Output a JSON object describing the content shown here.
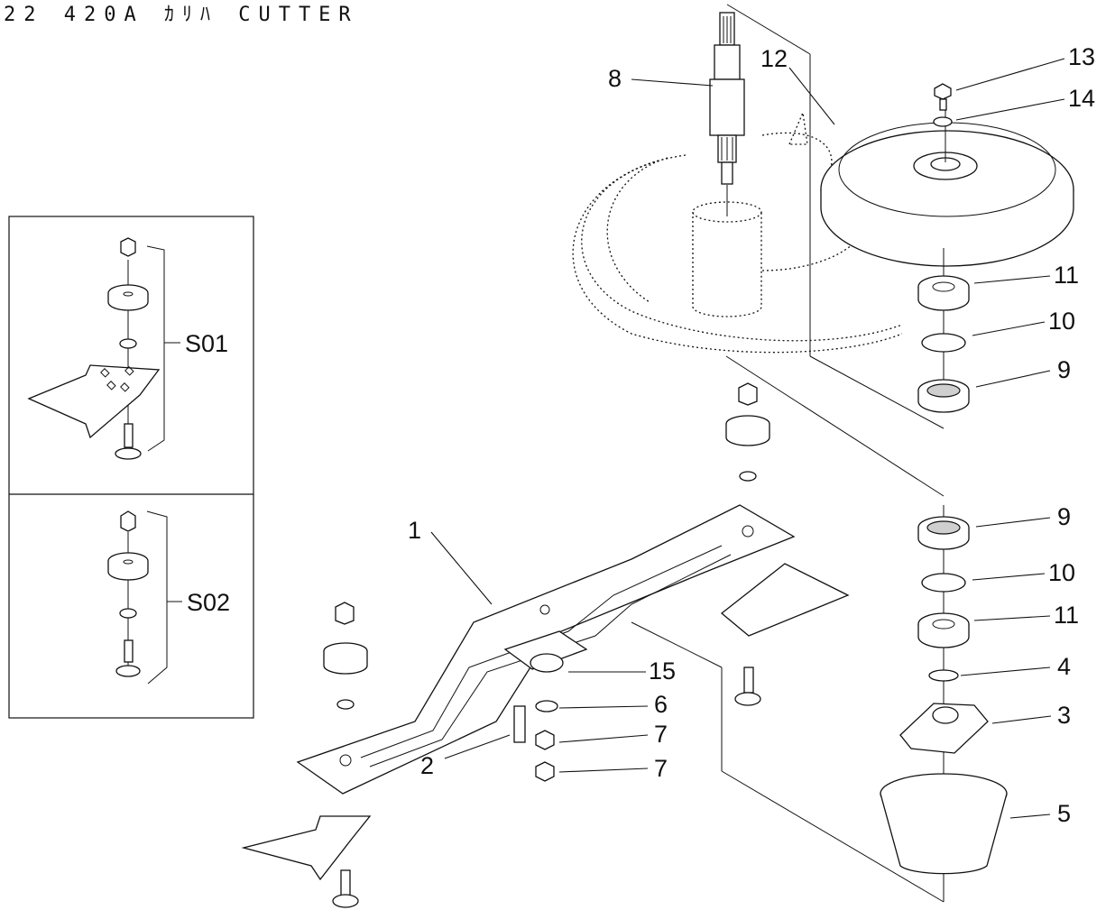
{
  "title": "22 420A ｶﾘﾊ CUTTER",
  "callouts": [
    "1",
    "2",
    "3",
    "4",
    "5",
    "6",
    "7",
    "7",
    "8",
    "9",
    "9",
    "10",
    "10",
    "11",
    "11",
    "12",
    "13",
    "14",
    "15"
  ],
  "sets": [
    "S01",
    "S02"
  ]
}
